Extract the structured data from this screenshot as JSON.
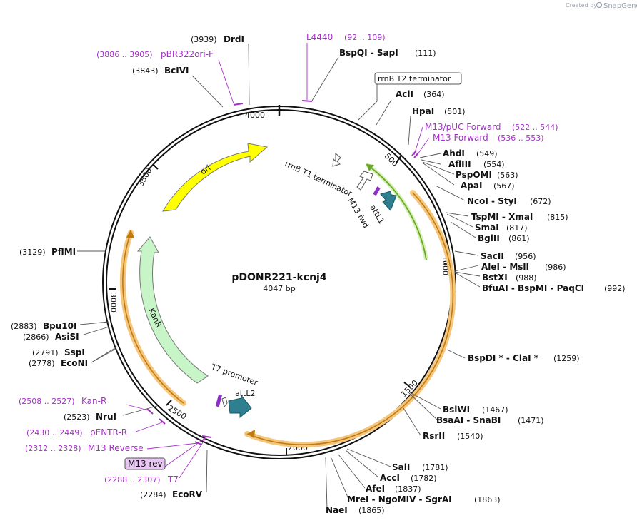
{
  "credit": {
    "prefix": "Created by",
    "brand": "SnapGene"
  },
  "plasmid": {
    "name": "pDONR221-kcnj4",
    "size_label": "4047 bp",
    "total_bp": 4047
  },
  "ticks": [
    "500",
    "1000",
    "1500",
    "2000",
    "2500",
    "3000",
    "3500",
    "4000"
  ],
  "enzymes": [
    {
      "name": "DrdI",
      "pos": "(3939)"
    },
    {
      "name": "BcIVI",
      "pos": "(3843)"
    },
    {
      "name": "BspQI - SapI",
      "pos": "(111)"
    },
    {
      "name": "AclI",
      "pos": "(364)"
    },
    {
      "name": "HpaI",
      "pos": "(501)"
    },
    {
      "name": "AhdI",
      "pos": "(549)"
    },
    {
      "name": "AflIII",
      "pos": "(554)"
    },
    {
      "name": "PspOMI",
      "pos": "(563)"
    },
    {
      "name": "ApaI",
      "pos": "(567)"
    },
    {
      "name": "NcoI - StyI",
      "pos": "(672)"
    },
    {
      "name": "TspMI - XmaI",
      "pos": "(815)"
    },
    {
      "name": "SmaI",
      "pos": "(817)"
    },
    {
      "name": "BglII",
      "pos": "(861)"
    },
    {
      "name": "SacII",
      "pos": "(956)"
    },
    {
      "name": "AleI - MslI",
      "pos": "(986)"
    },
    {
      "name": "BstXI",
      "pos": "(988)"
    },
    {
      "name": "BfuAI - BspMI - PaqCI",
      "pos": "(992)"
    },
    {
      "name": "BspDI * - ClaI *",
      "pos": "(1259)"
    },
    {
      "name": "BsiWI",
      "pos": "(1467)"
    },
    {
      "name": "BsaAI - SnaBI",
      "pos": "(1471)"
    },
    {
      "name": "RsrII",
      "pos": "(1540)"
    },
    {
      "name": "SalI",
      "pos": "(1781)"
    },
    {
      "name": "AccI",
      "pos": "(1782)"
    },
    {
      "name": "AfeI",
      "pos": "(1837)"
    },
    {
      "name": "MreI - NgoMIV - SgrAI",
      "pos": "(1863)"
    },
    {
      "name": "NaeI",
      "pos": "(1865)"
    },
    {
      "name": "EcoRV",
      "pos": "(2284)"
    },
    {
      "name": "NruI",
      "pos": "(2523)"
    },
    {
      "name": "EcoNI",
      "pos": "(2778)"
    },
    {
      "name": "SspI",
      "pos": "(2791)"
    },
    {
      "name": "AsiSI",
      "pos": "(2866)"
    },
    {
      "name": "Bpu10I",
      "pos": "(2883)"
    },
    {
      "name": "PflMI",
      "pos": "(3129)"
    }
  ],
  "primers": [
    {
      "name": "L4440",
      "range": "(92 .. 109)"
    },
    {
      "name": "pBR322ori-F",
      "range": "(3886 .. 3905)"
    },
    {
      "name": "M13/pUC Forward",
      "range": "(522 .. 544)"
    },
    {
      "name": "M13 Forward",
      "range": "(536 .. 553)"
    },
    {
      "name": "Kan-R",
      "range": "(2508 .. 2527)"
    },
    {
      "name": "pENTR-R",
      "range": "(2430 .. 2449)"
    },
    {
      "name": "M13 Reverse",
      "range": "(2312 .. 2328)"
    },
    {
      "name": "M13 rev",
      "range": ""
    },
    {
      "name": "T7",
      "range": "(2288 .. 2307)"
    }
  ],
  "features": {
    "ori": "ori",
    "kanr": "KanR",
    "rrnb_t1": "rrnB T1 terminator",
    "rrnb_t2": "rrnB T2 terminator",
    "m13_fwd": "M13 fwd",
    "attl1": "attL1",
    "attl2": "attL2",
    "t7_promoter": "T7 promoter"
  },
  "colors": {
    "ori": "#ffff00",
    "kanr": "#c8f5c8",
    "att": "#2e7f90",
    "ccdb_highlight": "#f5c77e",
    "green_feature": "#6aa82a",
    "primer": "#a530c8",
    "primer_box_fill": "#e9c7f3"
  }
}
